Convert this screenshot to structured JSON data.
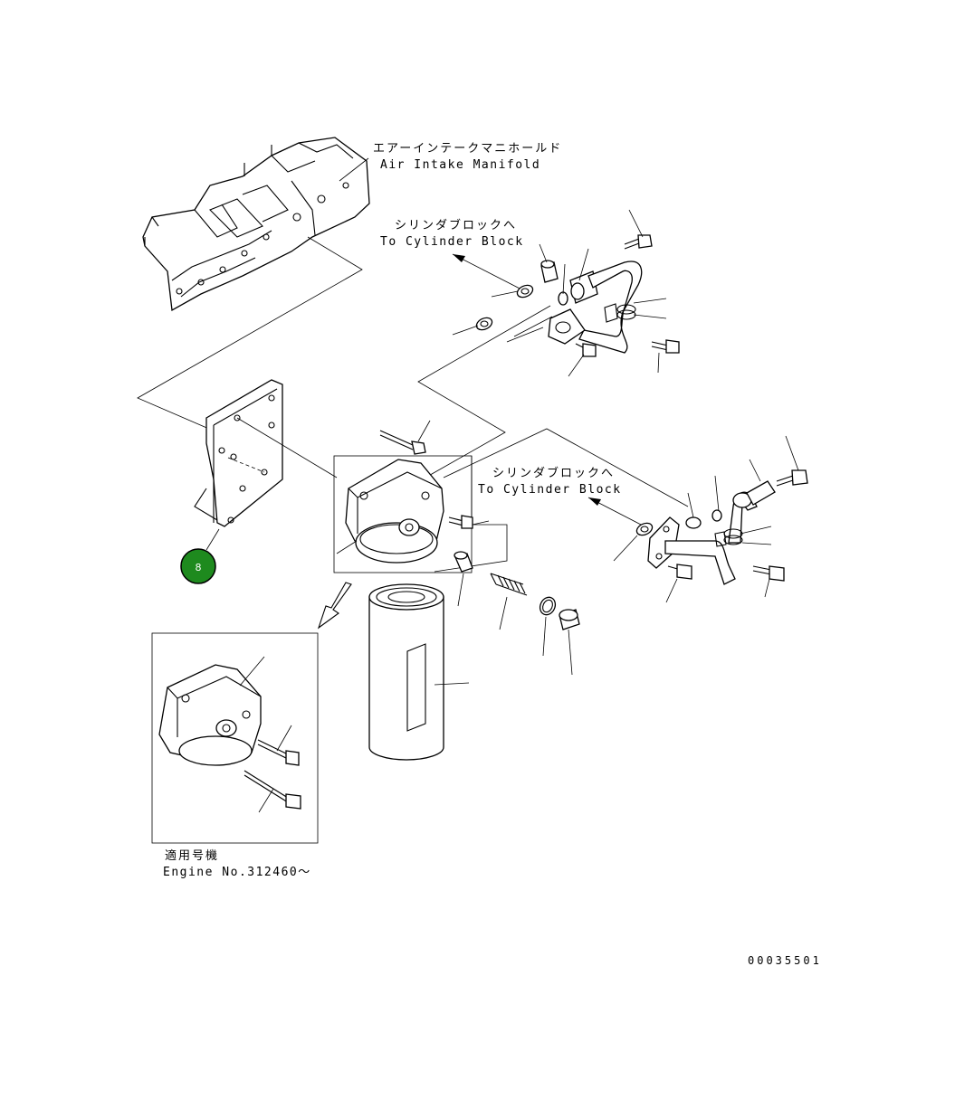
{
  "labels": {
    "manifold_jp": "エアーインテークマニホールド",
    "manifold_en": "Air Intake Manifold",
    "cyl_block_jp_1": "シリンダブロックへ",
    "cyl_block_en_1": "To Cylinder Block",
    "cyl_block_jp_2": "シリンダブロックへ",
    "cyl_block_en_2": "To Cylinder Block",
    "applicable_jp": "適用号機",
    "engine_no": "Engine No.312460〜",
    "drawing_no": "00035501"
  },
  "callout": {
    "number": "8",
    "color": "#1e8a1e"
  }
}
